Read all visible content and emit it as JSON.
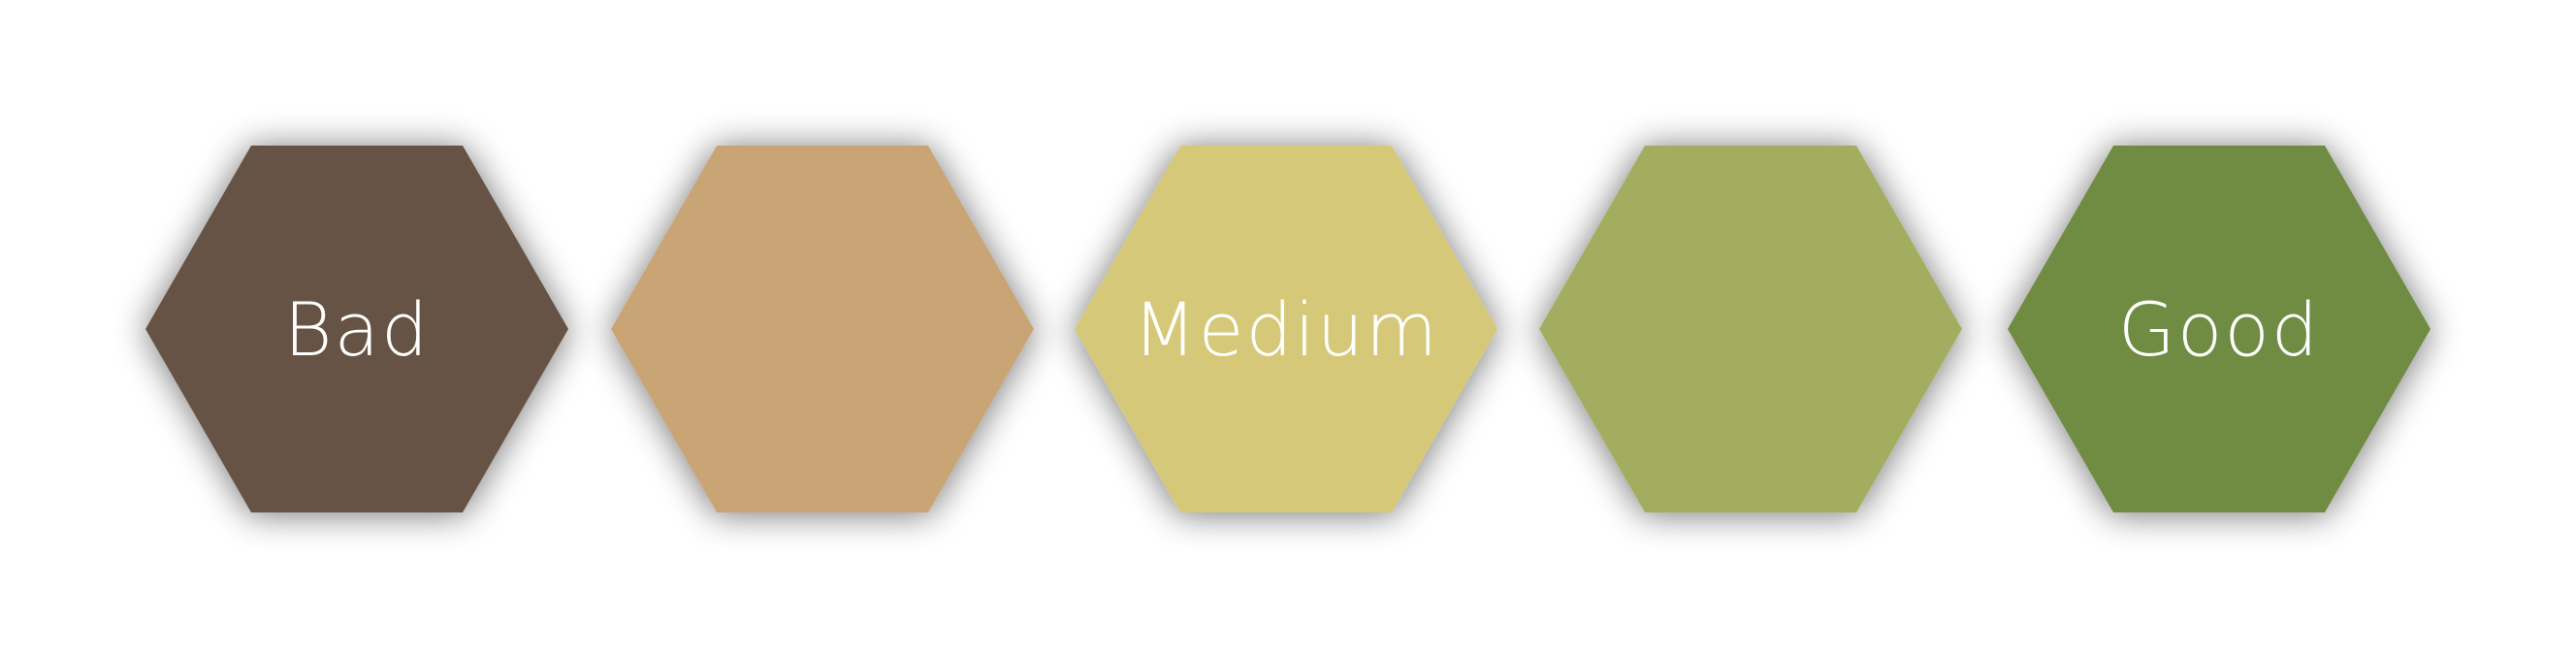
{
  "scale": {
    "items": [
      {
        "label": "Bad",
        "color": "#665244"
      },
      {
        "label": "",
        "color": "#c9a475"
      },
      {
        "label": "Medium",
        "color": "#d5c979"
      },
      {
        "label": "",
        "color": "#a3ad5f"
      },
      {
        "label": "Good",
        "color": "#708b43"
      }
    ]
  }
}
